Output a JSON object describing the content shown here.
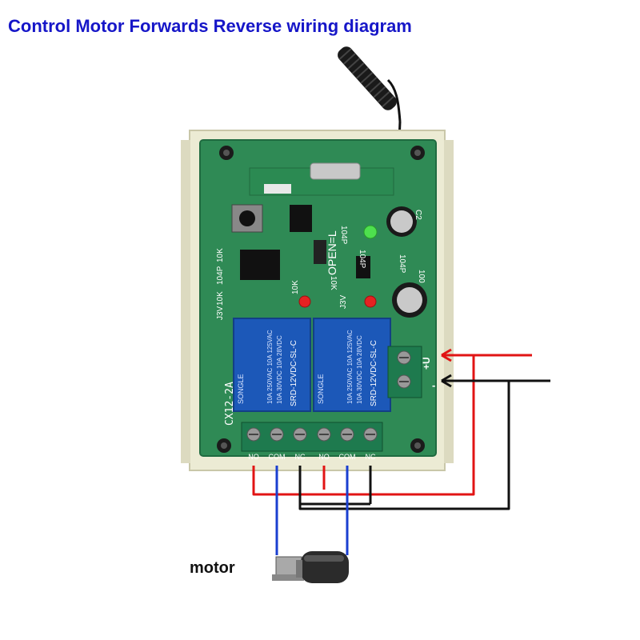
{
  "title": "Control Motor Forwards Reverse wiring diagram",
  "motor_label": "motor",
  "board": {
    "model": "CX12-2A",
    "jumper_label": "OPEN=L",
    "power_plus": "+U",
    "power_minus": "-",
    "terminals": [
      "NO",
      "COM",
      "NC",
      "NO",
      "COM",
      "NC"
    ],
    "relay_brand": "SONGLE",
    "relay_model": "SRD-12VDC-SL-C",
    "relay_rating_1": "10A 250VAC  10A 125VAC",
    "relay_rating_2": "10A 30VDC  10A 28VDC",
    "components": {
      "c104p_a": "104P",
      "c104p_b": "104P",
      "c104p_c": "104P",
      "r10k_a": "10K",
      "r10k_b": "10K",
      "r10k_c": "10K",
      "r10k_d": "10K",
      "j3v_a": "J3V",
      "j3v_b": "J3V",
      "c100": "100",
      "c2": "C2",
      "c104p_lower": "104P"
    }
  },
  "colors": {
    "title": "#1616c8",
    "pcb": "#2f8a55",
    "case": "#ecebd4",
    "relay": "#1c58b8",
    "terminal": "#1e7a4e",
    "wire_positive": "#e11414",
    "wire_negative": "#111111",
    "wire_motor": "#1a3fd0"
  }
}
